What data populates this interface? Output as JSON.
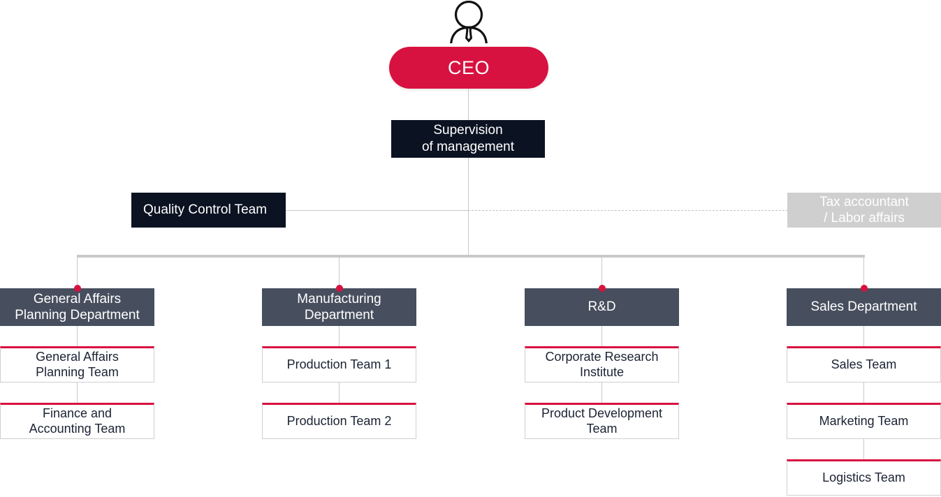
{
  "chart": {
    "type": "org-chart",
    "title": "Organization Chart",
    "colors": {
      "accent_red": "#d81240",
      "navy": "#0b1322",
      "slate": "#474f5e",
      "gray_box": "#cfcfcf",
      "line": "#c9c9c9",
      "text_dark": "#1b2233",
      "background": "#ffffff"
    }
  },
  "top": {
    "person_icon": "person-icon",
    "ceo_label": "CEO"
  },
  "supervision": {
    "line1": "Supervision",
    "line2": "of management"
  },
  "staff": {
    "left": {
      "label": "Quality Control Team",
      "connector": "solid"
    },
    "right": {
      "line1": "Tax accountant",
      "line2": "/ Labor affairs",
      "connector": "dashed"
    }
  },
  "departments": [
    {
      "id": "general-affairs-planning-department",
      "header_line1": "General Affairs",
      "header_line2": "Planning Department",
      "teams": [
        {
          "line1": "General Affairs",
          "line2": "Planning Team"
        },
        {
          "line1": "Finance and",
          "line2": "Accounting Team"
        }
      ]
    },
    {
      "id": "manufacturing-department",
      "header_line1": "Manufacturing",
      "header_line2": "Department",
      "teams": [
        {
          "line1": "Production Team 1",
          "line2": ""
        },
        {
          "line1": "Production Team 2",
          "line2": ""
        }
      ]
    },
    {
      "id": "rd-department",
      "header_line1": "R&D",
      "header_line2": "",
      "teams": [
        {
          "line1": "Corporate Research",
          "line2": "Institute"
        },
        {
          "line1": "Product Development",
          "line2": "Team"
        }
      ]
    },
    {
      "id": "sales-department",
      "header_line1": "Sales Department",
      "header_line2": "",
      "teams": [
        {
          "line1": "Sales Team",
          "line2": ""
        },
        {
          "line1": "Marketing Team",
          "line2": ""
        },
        {
          "line1": "Logistics Team",
          "line2": ""
        }
      ]
    }
  ]
}
